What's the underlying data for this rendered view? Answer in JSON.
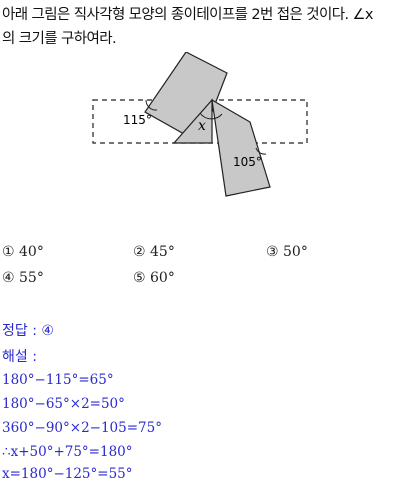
{
  "question": {
    "line1": "아래 그림은 직사각형 모양의 종이테이프를 2번 접은 것이다. ∠x",
    "line2": "의 크기를 구하여라."
  },
  "figure": {
    "angle_left": "115°",
    "angle_x": "x",
    "angle_right": "105°"
  },
  "choices": [
    {
      "num": "①",
      "value": "40°"
    },
    {
      "num": "②",
      "value": "45°"
    },
    {
      "num": "③",
      "value": "50°"
    },
    {
      "num": "④",
      "value": "55°"
    },
    {
      "num": "⑤",
      "value": "60°"
    }
  ],
  "answer": {
    "label": "정답 : ④",
    "explanation_label": "해설 :",
    "steps": [
      "180°−115°=65°",
      "180°−65°×2=50°",
      "360°−90°×2−105=75°",
      "∴x+50°+75°=180°",
      "x=180°−125°=55°"
    ]
  }
}
